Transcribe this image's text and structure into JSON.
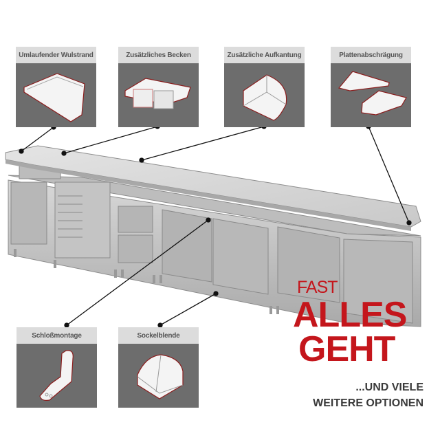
{
  "options_top": [
    {
      "label": "Umlaufender Wulstrand"
    },
    {
      "label": "Zusätzliches Becken"
    },
    {
      "label": "Zusätzliche Aufkantung"
    },
    {
      "label": "Plattenabschrägung"
    }
  ],
  "options_bottom": [
    {
      "label": "Schloßmontage"
    },
    {
      "label": "Sockelblende"
    }
  ],
  "slogan": {
    "line1": "FAST",
    "line2": "ALLES",
    "line3": "GEHT",
    "sub1": "...UND VIELE",
    "sub2": "WEITERE OPTIONEN"
  },
  "colors": {
    "accent_red": "#c4161c",
    "box_header": "#dcdcdc",
    "box_body": "#6d6d6d",
    "text_dark": "#3a3a3a"
  }
}
